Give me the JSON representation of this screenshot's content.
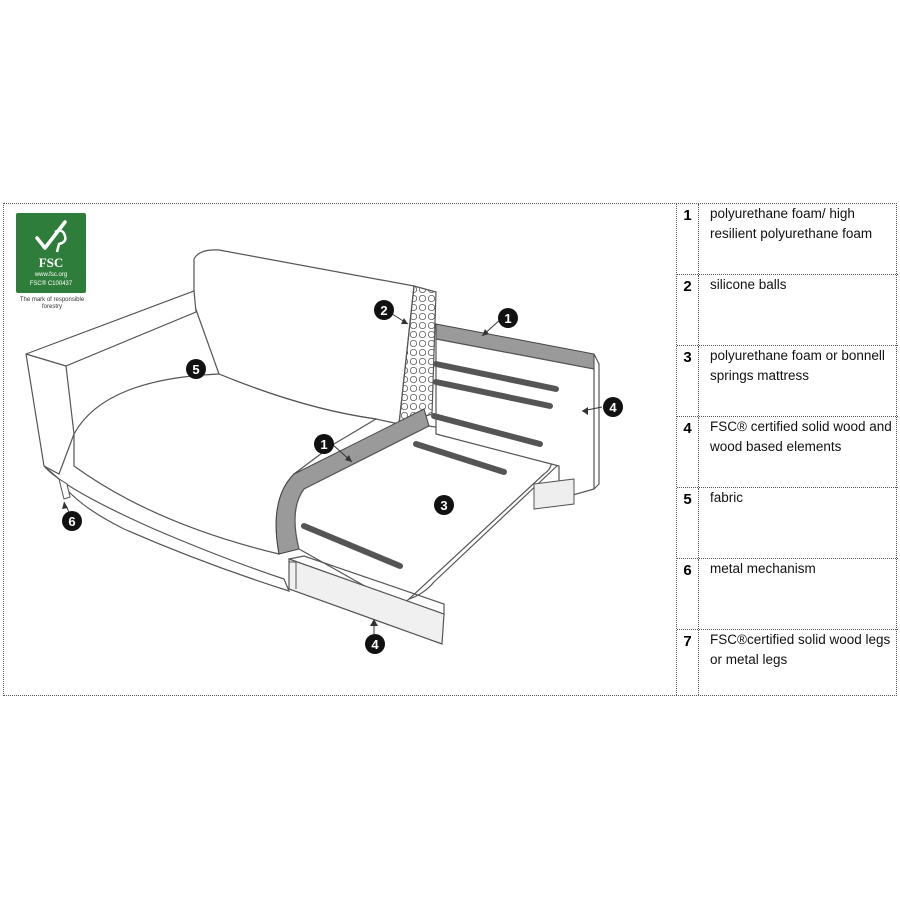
{
  "logo": {
    "brand": "FSC",
    "url": "www.fsc.org",
    "code": "FSC® C100437",
    "tagline": "The mark of responsible forestry",
    "color": "#2f7d3a"
  },
  "callouts": [
    {
      "num": "1"
    },
    {
      "num": "1"
    },
    {
      "num": "2"
    },
    {
      "num": "3"
    },
    {
      "num": "4"
    },
    {
      "num": "4"
    },
    {
      "num": "5"
    },
    {
      "num": "6"
    }
  ],
  "legend": [
    {
      "num": "1",
      "text": "polyurethane foam/ high resilient polyurethane foam"
    },
    {
      "num": "2",
      "text": "silicone balls"
    },
    {
      "num": "3",
      "text": "polyurethane foam or bonnell springs mattress"
    },
    {
      "num": "4",
      "text": "FSC® certified solid wood and wood based elements"
    },
    {
      "num": "5",
      "text": "fabric"
    },
    {
      "num": "6",
      "text": "metal mechanism"
    },
    {
      "num": "7",
      "text": "FSC®certified solid wood legs or metal legs"
    }
  ]
}
